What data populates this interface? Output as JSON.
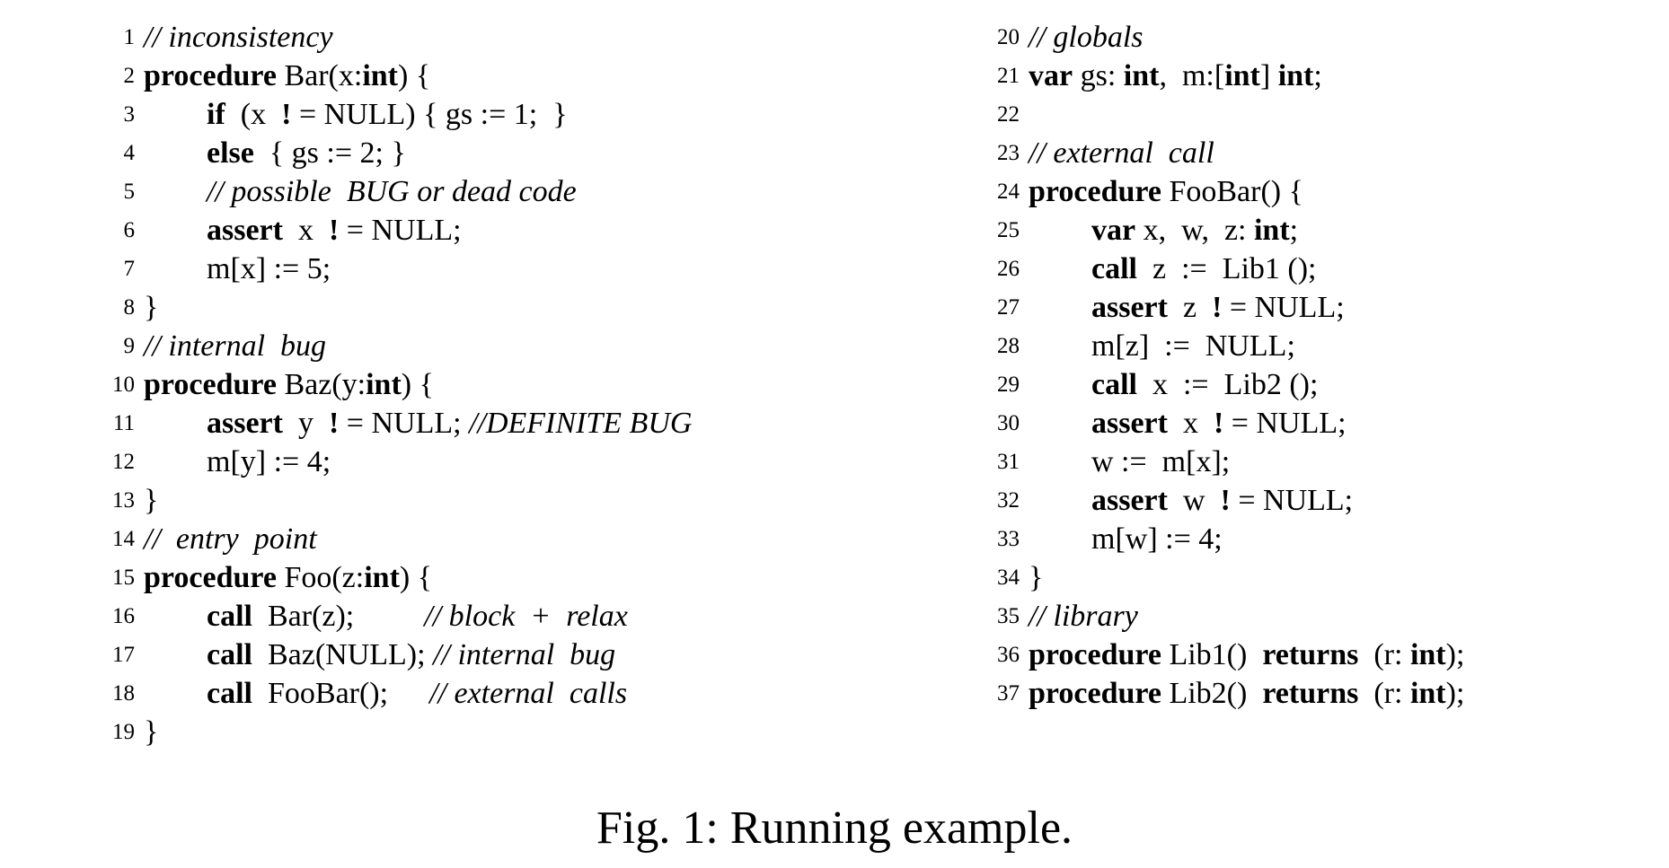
{
  "listings": {
    "left": [
      {
        "n": "1",
        "indent": false,
        "parts": [
          {
            "t": "// inconsistency",
            "s": "cm"
          }
        ]
      },
      {
        "n": "2",
        "indent": false,
        "parts": [
          {
            "t": "procedure",
            "s": "kw"
          },
          {
            "t": " Bar(x:"
          },
          {
            "t": "int",
            "s": "kw"
          },
          {
            "t": ") {"
          }
        ]
      },
      {
        "n": "3",
        "indent": true,
        "parts": [
          {
            "t": "if",
            "s": "kw"
          },
          {
            "t": "  (x  "
          },
          {
            "t": "!",
            "s": "kw"
          },
          {
            "t": " = NULL) { gs := 1;  }"
          }
        ]
      },
      {
        "n": "4",
        "indent": true,
        "parts": [
          {
            "t": "else",
            "s": "kw"
          },
          {
            "t": "  { gs := 2; }"
          }
        ]
      },
      {
        "n": "5",
        "indent": true,
        "parts": [
          {
            "t": "// possible  BUG or dead code",
            "s": "cm"
          }
        ]
      },
      {
        "n": "6",
        "indent": true,
        "parts": [
          {
            "t": "assert",
            "s": "kw"
          },
          {
            "t": "  x  "
          },
          {
            "t": "!",
            "s": "kw"
          },
          {
            "t": " = NULL;"
          }
        ]
      },
      {
        "n": "7",
        "indent": true,
        "parts": [
          {
            "t": "m[x] := 5;"
          }
        ]
      },
      {
        "n": "8",
        "indent": false,
        "parts": [
          {
            "t": "}"
          }
        ]
      },
      {
        "n": "9",
        "indent": false,
        "parts": [
          {
            "t": "// internal  bug",
            "s": "cm"
          }
        ]
      },
      {
        "n": "10",
        "indent": false,
        "parts": [
          {
            "t": "procedure",
            "s": "kw"
          },
          {
            "t": " Baz(y:"
          },
          {
            "t": "int",
            "s": "kw"
          },
          {
            "t": ") {"
          }
        ]
      },
      {
        "n": "11",
        "indent": true,
        "parts": [
          {
            "t": "assert",
            "s": "kw"
          },
          {
            "t": "  y  "
          },
          {
            "t": "!",
            "s": "kw"
          },
          {
            "t": " = NULL; "
          },
          {
            "t": "//DEFINITE BUG",
            "s": "cm"
          }
        ]
      },
      {
        "n": "12",
        "indent": true,
        "parts": [
          {
            "t": "m[y] := 4;"
          }
        ]
      },
      {
        "n": "13",
        "indent": false,
        "parts": [
          {
            "t": "}"
          }
        ]
      },
      {
        "n": "14",
        "indent": false,
        "parts": [
          {
            "t": "//  entry  point",
            "s": "cm"
          }
        ]
      },
      {
        "n": "15",
        "indent": false,
        "parts": [
          {
            "t": "procedure",
            "s": "kw"
          },
          {
            "t": " Foo(z:"
          },
          {
            "t": "int",
            "s": "kw"
          },
          {
            "t": ") {"
          }
        ]
      },
      {
        "n": "16",
        "indent": true,
        "parts": [
          {
            "t": "call",
            "s": "kw"
          },
          {
            "t": "  Bar(z);"
          },
          {
            "t": "",
            "w": 78
          },
          {
            "t": "// block  +  relax",
            "s": "cm"
          }
        ]
      },
      {
        "n": "17",
        "indent": true,
        "parts": [
          {
            "t": "call",
            "s": "kw"
          },
          {
            "t": "  Baz(NULL); "
          },
          {
            "t": "// internal  bug",
            "s": "cm"
          }
        ]
      },
      {
        "n": "18",
        "indent": true,
        "parts": [
          {
            "t": "call",
            "s": "kw"
          },
          {
            "t": "  FooBar();"
          },
          {
            "t": "",
            "w": 46
          },
          {
            "t": "// external  calls",
            "s": "cm"
          }
        ]
      },
      {
        "n": "19",
        "indent": false,
        "parts": [
          {
            "t": "}"
          }
        ]
      }
    ],
    "right": [
      {
        "n": "20",
        "indent": false,
        "parts": [
          {
            "t": "// globals",
            "s": "cm"
          }
        ]
      },
      {
        "n": "21",
        "indent": false,
        "parts": [
          {
            "t": "var",
            "s": "kw"
          },
          {
            "t": " gs: "
          },
          {
            "t": "int",
            "s": "kw"
          },
          {
            "t": ",  m:["
          },
          {
            "t": "int",
            "s": "kw"
          },
          {
            "t": "] "
          },
          {
            "t": "int",
            "s": "kw"
          },
          {
            "t": ";"
          }
        ]
      },
      {
        "n": "22",
        "indent": false,
        "parts": []
      },
      {
        "n": "23",
        "indent": false,
        "parts": [
          {
            "t": "// external  call",
            "s": "cm"
          }
        ]
      },
      {
        "n": "24",
        "indent": false,
        "parts": [
          {
            "t": "procedure",
            "s": "kw"
          },
          {
            "t": " FooBar() {"
          }
        ]
      },
      {
        "n": "25",
        "indent": true,
        "parts": [
          {
            "t": "var",
            "s": "kw"
          },
          {
            "t": " x,  w,  z: "
          },
          {
            "t": "int",
            "s": "kw"
          },
          {
            "t": ";"
          }
        ]
      },
      {
        "n": "26",
        "indent": true,
        "parts": [
          {
            "t": "call",
            "s": "kw"
          },
          {
            "t": "  z  :=  Lib1 ();"
          }
        ]
      },
      {
        "n": "27",
        "indent": true,
        "parts": [
          {
            "t": "assert",
            "s": "kw"
          },
          {
            "t": "  z  "
          },
          {
            "t": "!",
            "s": "kw"
          },
          {
            "t": " = NULL;"
          }
        ]
      },
      {
        "n": "28",
        "indent": true,
        "parts": [
          {
            "t": "m[z]  :=  NULL;"
          }
        ]
      },
      {
        "n": "29",
        "indent": true,
        "parts": [
          {
            "t": "call",
            "s": "kw"
          },
          {
            "t": "  x  :=  Lib2 ();"
          }
        ]
      },
      {
        "n": "30",
        "indent": true,
        "parts": [
          {
            "t": "assert",
            "s": "kw"
          },
          {
            "t": "  x  "
          },
          {
            "t": "!",
            "s": "kw"
          },
          {
            "t": " = NULL;"
          }
        ]
      },
      {
        "n": "31",
        "indent": true,
        "parts": [
          {
            "t": "w :=  m[x];"
          }
        ]
      },
      {
        "n": "32",
        "indent": true,
        "parts": [
          {
            "t": "assert",
            "s": "kw"
          },
          {
            "t": "  w  "
          },
          {
            "t": "!",
            "s": "kw"
          },
          {
            "t": " = NULL;"
          }
        ]
      },
      {
        "n": "33",
        "indent": true,
        "parts": [
          {
            "t": "m[w] := 4;"
          }
        ]
      },
      {
        "n": "34",
        "indent": false,
        "parts": [
          {
            "t": "}"
          }
        ]
      },
      {
        "n": "35",
        "indent": false,
        "parts": [
          {
            "t": "// library",
            "s": "cm"
          }
        ]
      },
      {
        "n": "36",
        "indent": false,
        "parts": [
          {
            "t": "procedure",
            "s": "kw"
          },
          {
            "t": " Lib1()  "
          },
          {
            "t": "returns",
            "s": "kw"
          },
          {
            "t": "  (r: "
          },
          {
            "t": "int",
            "s": "kw"
          },
          {
            "t": ");"
          }
        ]
      },
      {
        "n": "37",
        "indent": false,
        "parts": [
          {
            "t": "procedure",
            "s": "kw"
          },
          {
            "t": " Lib2()  "
          },
          {
            "t": "returns",
            "s": "kw"
          },
          {
            "t": "  (r: "
          },
          {
            "t": "int",
            "s": "kw"
          },
          {
            "t": ");"
          }
        ]
      }
    ]
  },
  "caption": "Fig. 1: Running example."
}
